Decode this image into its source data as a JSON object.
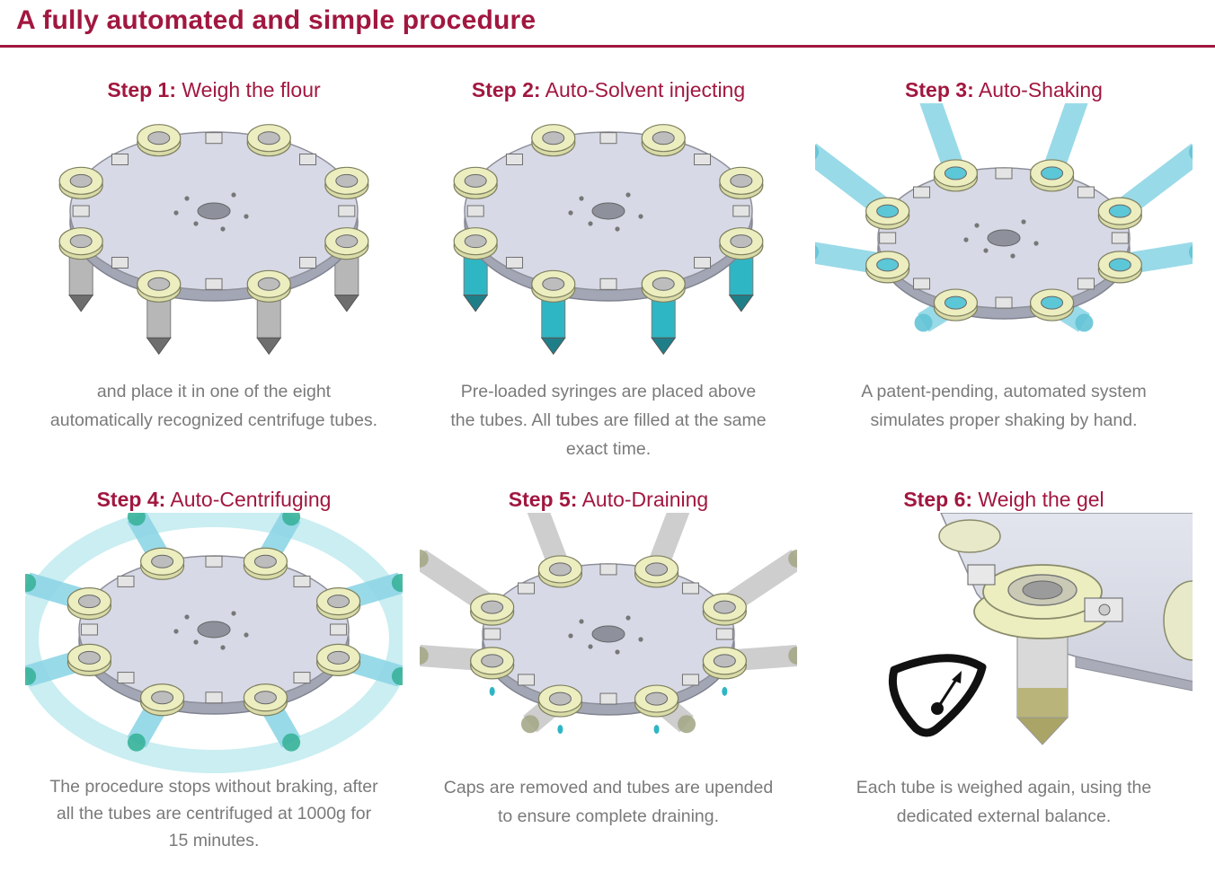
{
  "title": "A fully automated and simple procedure",
  "colors": {
    "brand": "#a1173f",
    "text_gray": "#7a7a7a",
    "plate": "#d7d9e6",
    "ring": "#eceec0",
    "tube_gray": "#b7b7b7",
    "tube_teal": "#2eb6c4",
    "tube_blue": "#8fd6e6"
  },
  "steps": [
    {
      "label": "Step 1:",
      "title": "Weigh the flour",
      "desc": [
        "and place it in one of the eight",
        "automatically recognized centrifuge tubes."
      ],
      "icon": "rotor-with-tubes-icon"
    },
    {
      "label": "Step 2:",
      "title": "Auto-Solvent injecting",
      "desc": [
        "Pre-loaded syringes are placed above",
        "the tubes. All tubes are filled at the same",
        "exact time."
      ],
      "icon": "rotor-solvent-icon"
    },
    {
      "label": "Step 3:",
      "title": "Auto-Shaking",
      "desc": [
        "A patent-pending, automated system",
        "simulates proper shaking by hand."
      ],
      "icon": "rotor-shaking-icon"
    },
    {
      "label": "Step 4:",
      "title": "Auto-Centrifuging",
      "desc": [
        "The procedure stops without braking, after",
        "all the tubes are centrifuged at 1000g for",
        "15 minutes."
      ],
      "icon": "rotor-centrifuging-icon"
    },
    {
      "label": "Step 5:",
      "title": "Auto-Draining",
      "desc": [
        "Caps are removed and tubes are upended",
        "to ensure complete draining."
      ],
      "icon": "rotor-draining-icon"
    },
    {
      "label": "Step 6:",
      "title": "Weigh the gel",
      "desc": [
        "Each tube is weighed again, using the",
        "dedicated external balance."
      ],
      "icon": "balance-icon"
    }
  ]
}
